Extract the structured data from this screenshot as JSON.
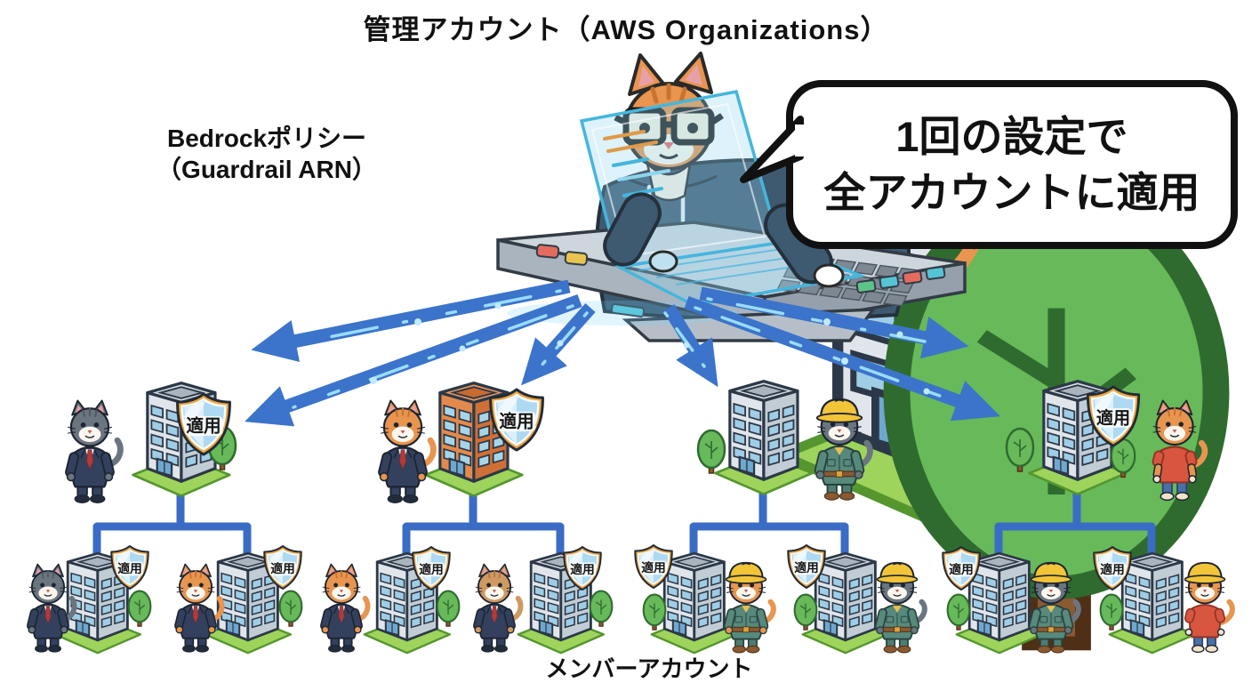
{
  "title": "管理アカウント（AWS Organizations）",
  "left_label": {
    "line1": "Bedrockポリシー",
    "line2": "（Guardrail ARN）"
  },
  "speech_bubble": {
    "line1": "1回の設定で",
    "line2": "全アカウントに適用"
  },
  "shield_label": "適用",
  "bottom_label": "メンバーアカウント",
  "management_scene": {
    "icons": [
      "office-building-icon",
      "tree-icon",
      "cat-admin-hoodie-glasses-icon",
      "holographic-laptop-icon",
      "control-console-icon"
    ]
  },
  "colors": {
    "arrow_blue": "#3b74ca",
    "beam_cyan": "#9fe2ff",
    "connector_blue": "#3a6cc5",
    "shield_gold": "#eda73f",
    "shield_blue": "#bfe2f7",
    "grass_green": "#9ed45c",
    "building_gray": "#dfe5ea",
    "building_orange": "#e28a4d",
    "hardhat_yellow": "#f2c437",
    "suit_navy": "#33415e"
  },
  "groups": [
    {
      "parent": {
        "building": "gray",
        "shield": true,
        "cat": "gray-business-cat"
      },
      "children": [
        {
          "shield": true,
          "cat": "gray-business-cat"
        },
        {
          "shield": true,
          "cat": "orange-business-cat"
        }
      ]
    },
    {
      "parent": {
        "building": "orange",
        "shield": true,
        "cat": "orange-business-cat"
      },
      "children": [
        {
          "shield": true,
          "cat": "orange-business-cat"
        },
        {
          "shield": true,
          "cat": "tan-business-cat"
        }
      ]
    },
    {
      "parent": {
        "building": "gray",
        "shield": false,
        "cat": "gray-worker-cat"
      },
      "children": [
        {
          "shield": true,
          "cat": "orange-worker-cat"
        },
        {
          "shield": true,
          "cat": "gray-worker-cat"
        }
      ]
    },
    {
      "parent": {
        "building": "gray",
        "shield": true,
        "cat": "orange-casual-cat"
      },
      "children": [
        {
          "shield": true,
          "cat": "gray-worker-cat"
        },
        {
          "shield": true,
          "cat": "orange-casual-hardhat-cat"
        }
      ]
    }
  ]
}
